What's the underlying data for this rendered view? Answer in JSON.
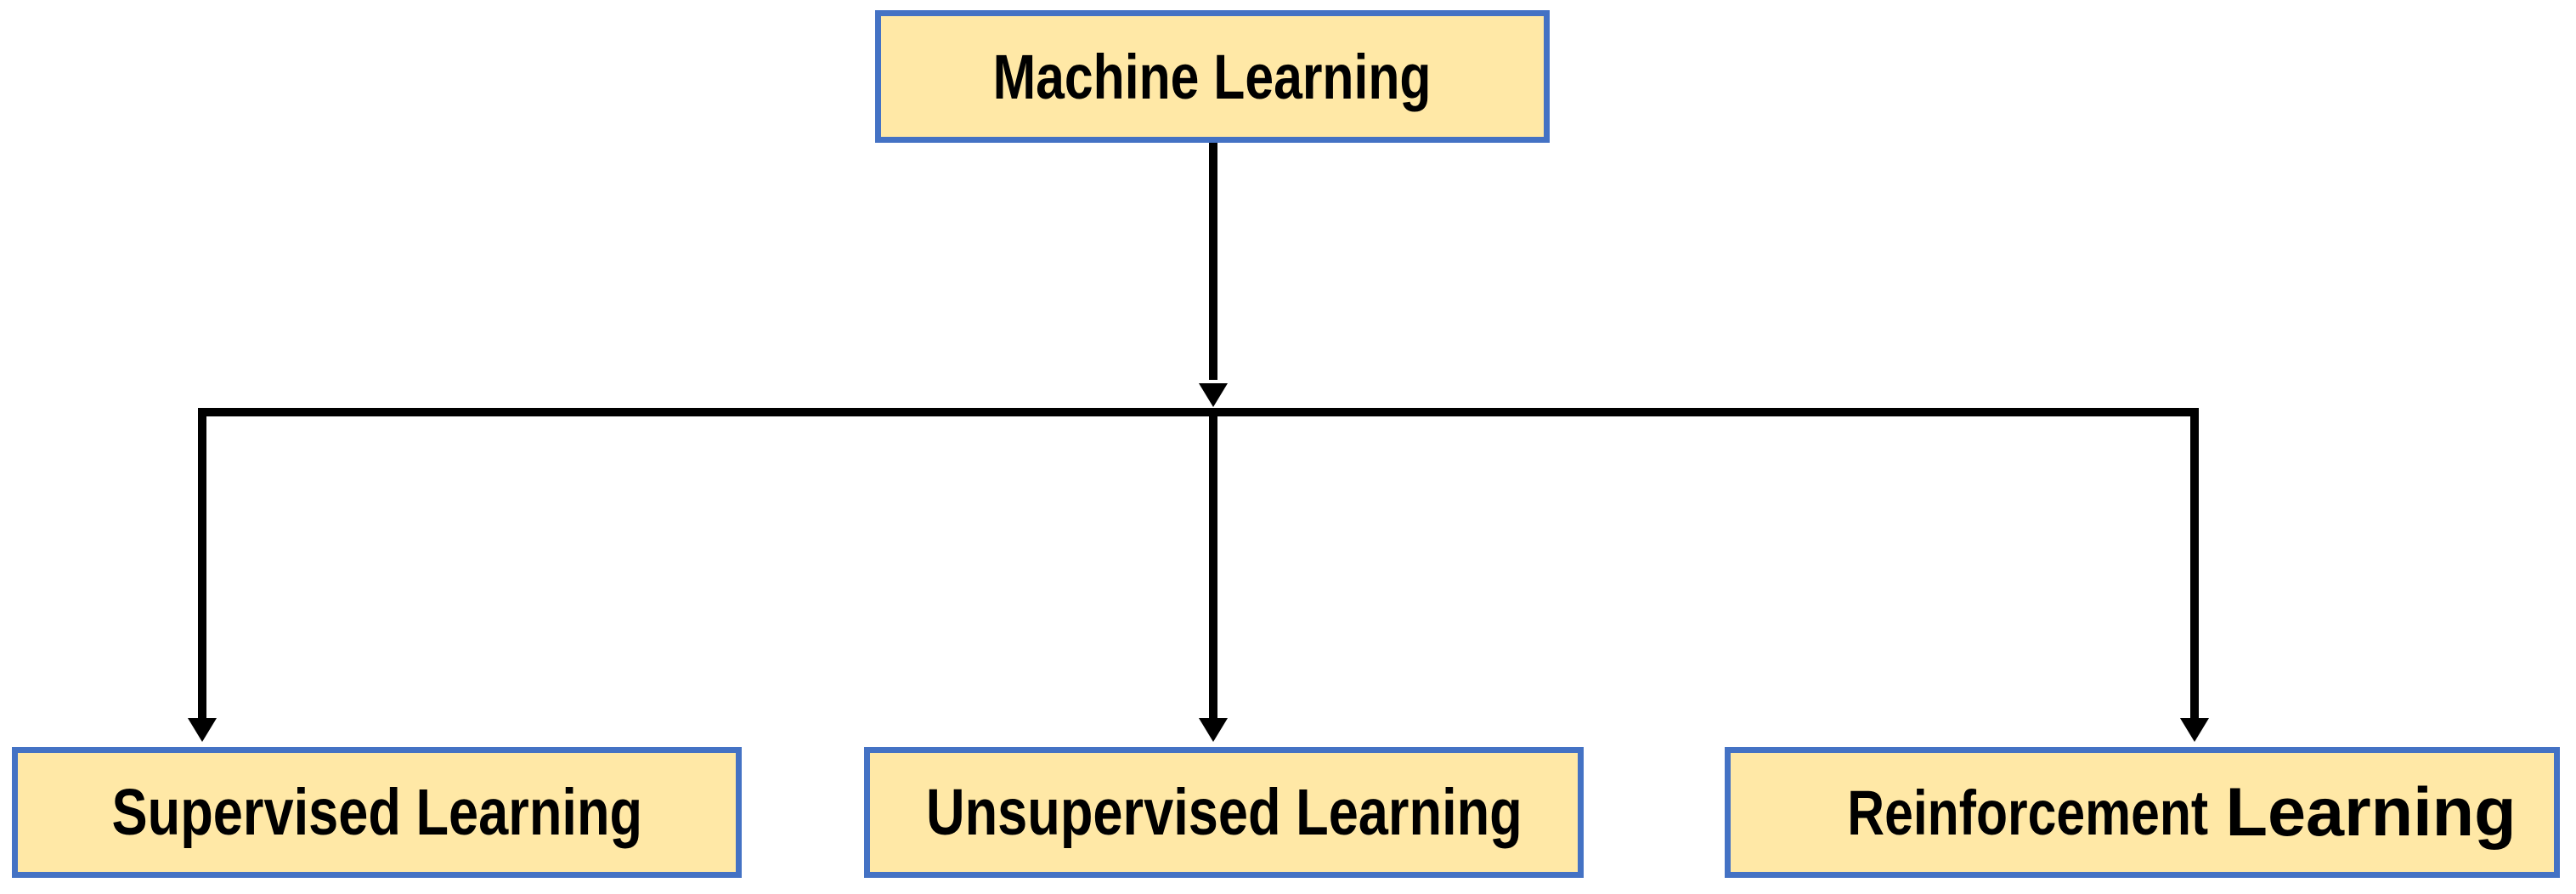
{
  "diagram": {
    "type": "flowchart",
    "colors": {
      "background": "#FFFFFF",
      "node_fill": "#FFE8A6",
      "node_border": "#4472C4",
      "connector": "#000000",
      "text": "#000000"
    },
    "root": {
      "label": "Machine Learning"
    },
    "children": [
      {
        "label": "Supervised Learning"
      },
      {
        "label": "Unsupervised Learning"
      },
      {
        "label": "Reinforcement Learning",
        "word1": "Reinforcement",
        "word2": "Learning"
      }
    ]
  }
}
